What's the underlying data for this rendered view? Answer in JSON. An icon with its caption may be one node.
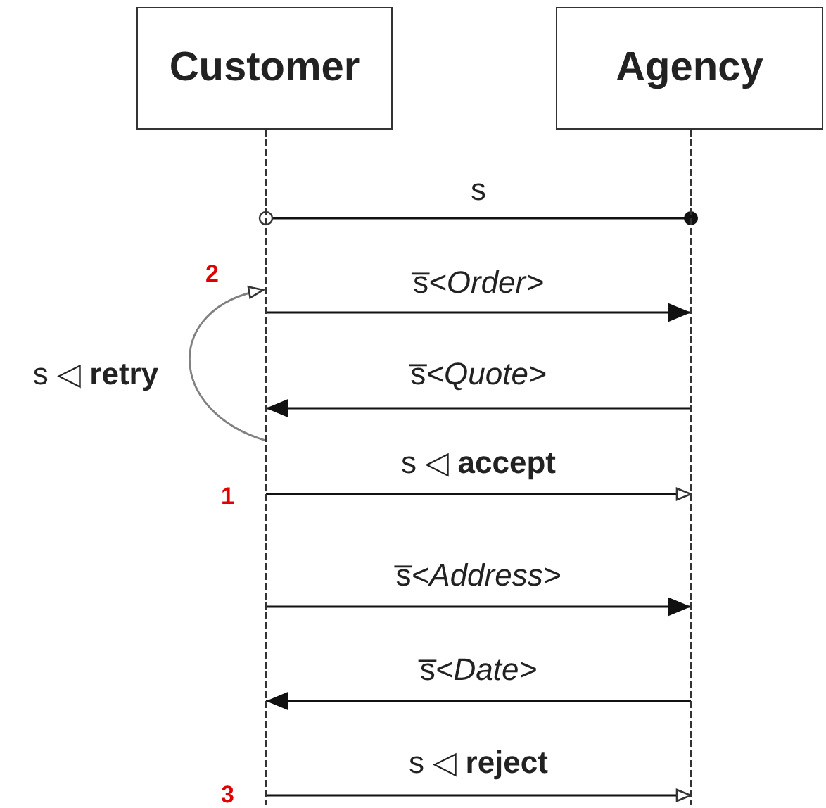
{
  "diagram": {
    "nodes": [
      {
        "text": [
          "Customer"
        ]
      },
      {
        "text": [
          "Agency"
        ]
      }
    ],
    "edges": [
      {
        "from": 0,
        "to": 1,
        "arrow": "other",
        "label": "s"
      },
      {
        "from": 0,
        "to": 1,
        "arrow": "to",
        "label": "s̅*<Order>*"
      },
      {
        "from": 1,
        "to": 0,
        "arrow": "to",
        "label": "s̅*<Quote>*"
      },
      {
        "from": 0,
        "to": 0,
        "arrow": "to",
        "label": "s ◁ **retry**",
        "color": "#808080"
      },
      {
        "from": 0,
        "to": 1,
        "arrow": "to",
        "label": "s ◁ **accept**"
      },
      {
        "from": 0,
        "to": 1,
        "arrow": "to",
        "label": "s̅*<Address>*"
      },
      {
        "from": 1,
        "to": 0,
        "arrow": "to",
        "label": "s̅*<Date>*"
      },
      {
        "from": 0,
        "to": 1,
        "arrow": "to",
        "label": "s ◁ **reject**"
      }
    ],
    "labels": [
      "2",
      "1",
      "3"
    ]
  }
}
